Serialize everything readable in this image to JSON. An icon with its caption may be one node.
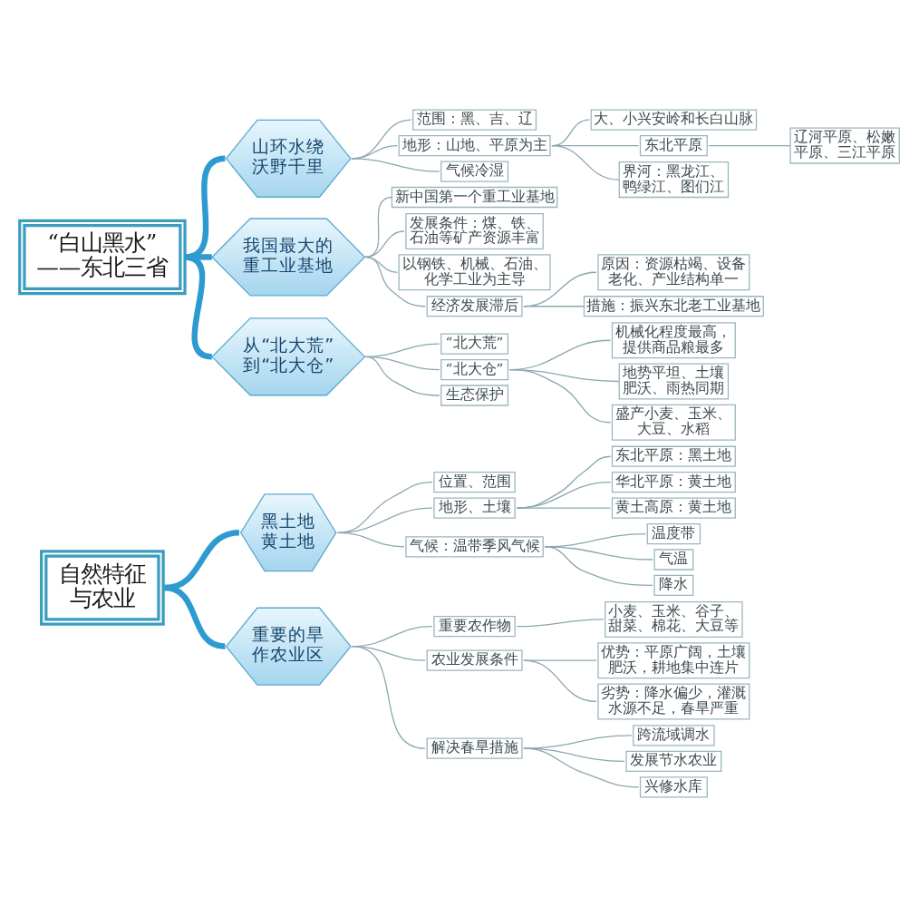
{
  "diagram": {
    "nodes": [
      {
        "text": [
          "自然特征与农业"
        ]
      },
      {
        "text": [
          "黑土地",
          "黄土地"
        ]
      },
      {
        "text": [
          "位置、范围"
        ]
      },
      {
        "text": [
          "地形、土壤"
        ]
      },
      {
        "text": [
          "东北平原：黑土地"
        ]
      },
      {
        "text": [
          "华北平原：黄土地"
        ]
      },
      {
        "text": [
          "黄土高原：黄土地"
        ]
      },
      {
        "text": [
          "气候：温带季风气候"
        ]
      },
      {
        "text": [
          "温度带"
        ]
      },
      {
        "text": [
          "气温"
        ]
      },
      {
        "text": [
          "降水"
        ]
      },
      {
        "text": [
          "重要的旱作农业区"
        ]
      },
      {
        "text": [
          "重要农作物"
        ]
      },
      {
        "text": [
          "小麦、玉米、谷子、甜菜、棉花、大豆等"
        ]
      },
      {
        "text": [
          "农业发展条件"
        ]
      },
      {
        "text": [
          "优势：平原广阔，土壤肥沃，耕地集中连片"
        ]
      },
      {
        "text": [
          "劣势：降水偏少，灌溉水源不足，春旱严重"
        ]
      },
      {
        "text": [
          "解决春旱措施"
        ]
      },
      {
        "text": [
          "跨流域调水"
        ]
      },
      {
        "text": [
          "发展节水农业"
        ]
      },
      {
        "text": [
          "兴修水库"
        ]
      },
      {
        "text": [
          "“白山黑水”——东北三省"
        ]
      },
      {
        "text": [
          "山环水绕沃野千里"
        ]
      },
      {
        "text": [
          "范围：黑、吉、辽"
        ]
      },
      {
        "text": [
          "地形：山地、平原为主"
        ]
      },
      {
        "text": [
          "大、小兴安岭和长白山脉"
        ]
      },
      {
        "text": [
          "东北平原"
        ]
      },
      {
        "text": [
          "辽河平原、松嫩平原、三江平原"
        ]
      },
      {
        "text": [
          "界河：黑龙江、鸭绿江、图们江"
        ]
      },
      {
        "text": [
          "气候冷湿"
        ]
      },
      {
        "text": [
          "我国最大的重工业基地"
        ]
      },
      {
        "text": [
          "新中国第一个重工业基地"
        ]
      },
      {
        "text": [
          "发展条件：煤、铁、石油等矿产资源丰富"
        ]
      },
      {
        "text": [
          "以钢铁、机械、石油、化学工业为主导"
        ]
      },
      {
        "text": [
          "经济发展滞后"
        ]
      },
      {
        "text": [
          "原因：资源枯竭、设备老化、产业结构单一"
        ]
      },
      {
        "text": [
          "措施：振兴东北老工业基地"
        ]
      },
      {
        "text": [
          "从“北大荒”到“北大仓”"
        ]
      },
      {
        "text": [
          "“北大荒”"
        ]
      },
      {
        "text": [
          "“北大仓”"
        ]
      },
      {
        "text": [
          "机械化程度最高，提供商品粮最多"
        ]
      },
      {
        "text": [
          "地势平坦、土壤肥沃、雨热同期"
        ]
      },
      {
        "text": [
          "盛产小麦、玉米、大豆、水稻"
        ]
      },
      {
        "text": [
          "生态保护"
        ]
      }
    ],
    "edges": [
      {
        "from": 0,
        "to": 1,
        "arrow": "none",
        "style": "thick",
        "color": "#2e9bd0"
      },
      {
        "from": 1,
        "to": 2,
        "arrow": "none"
      },
      {
        "from": 1,
        "to": 3,
        "arrow": "none"
      },
      {
        "from": 1,
        "to": 7,
        "arrow": "none"
      },
      {
        "from": 3,
        "to": 4,
        "arrow": "none"
      },
      {
        "from": 3,
        "to": 5,
        "arrow": "none"
      },
      {
        "from": 3,
        "to": 6,
        "arrow": "none"
      },
      {
        "from": 7,
        "to": 8,
        "arrow": "none"
      },
      {
        "from": 7,
        "to": 9,
        "arrow": "none"
      },
      {
        "from": 7,
        "to": 10,
        "arrow": "none"
      },
      {
        "from": 0,
        "to": 11,
        "arrow": "none",
        "style": "thick",
        "color": "#2e9bd0"
      },
      {
        "from": 11,
        "to": 12,
        "arrow": "none"
      },
      {
        "from": 11,
        "to": 14,
        "arrow": "none"
      },
      {
        "from": 11,
        "to": 17,
        "arrow": "none"
      },
      {
        "from": 12,
        "to": 13,
        "arrow": "none"
      },
      {
        "from": 14,
        "to": 15,
        "arrow": "none"
      },
      {
        "from": 14,
        "to": 16,
        "arrow": "none"
      },
      {
        "from": 17,
        "to": 18,
        "arrow": "none"
      },
      {
        "from": 17,
        "to": 19,
        "arrow": "none"
      },
      {
        "from": 17,
        "to": 20,
        "arrow": "none"
      },
      {
        "from": 21,
        "to": 22,
        "arrow": "none",
        "style": "thick",
        "color": "#2e9bd0"
      },
      {
        "from": 22,
        "to": 23,
        "arrow": "none"
      },
      {
        "from": 22,
        "to": 24,
        "arrow": "none"
      },
      {
        "from": 22,
        "to": 29,
        "arrow": "none"
      },
      {
        "from": 24,
        "to": 25,
        "arrow": "none"
      },
      {
        "from": 24,
        "to": 26,
        "arrow": "none"
      },
      {
        "from": 24,
        "to": 28,
        "arrow": "none"
      },
      {
        "from": 26,
        "to": 27,
        "arrow": "none"
      },
      {
        "from": 21,
        "to": 30,
        "arrow": "none",
        "style": "thick",
        "color": "#2e9bd0"
      },
      {
        "from": 30,
        "to": 31,
        "arrow": "none"
      },
      {
        "from": 30,
        "to": 32,
        "arrow": "none"
      },
      {
        "from": 30,
        "to": 33,
        "arrow": "none"
      },
      {
        "from": 30,
        "to": 34,
        "arrow": "none"
      },
      {
        "from": 34,
        "to": 35,
        "arrow": "none"
      },
      {
        "from": 34,
        "to": 36,
        "arrow": "none"
      },
      {
        "from": 21,
        "to": 37,
        "arrow": "none",
        "style": "thick",
        "color": "#2e9bd0"
      },
      {
        "from": 37,
        "to": 38,
        "arrow": "none"
      },
      {
        "from": 37,
        "to": 39,
        "arrow": "none"
      },
      {
        "from": 37,
        "to": 43,
        "arrow": "none"
      },
      {
        "from": 39,
        "to": 40,
        "arrow": "none"
      },
      {
        "from": 39,
        "to": 41,
        "arrow": "none"
      },
      {
        "from": 39,
        "to": 42,
        "arrow": "none"
      }
    ]
  }
}
